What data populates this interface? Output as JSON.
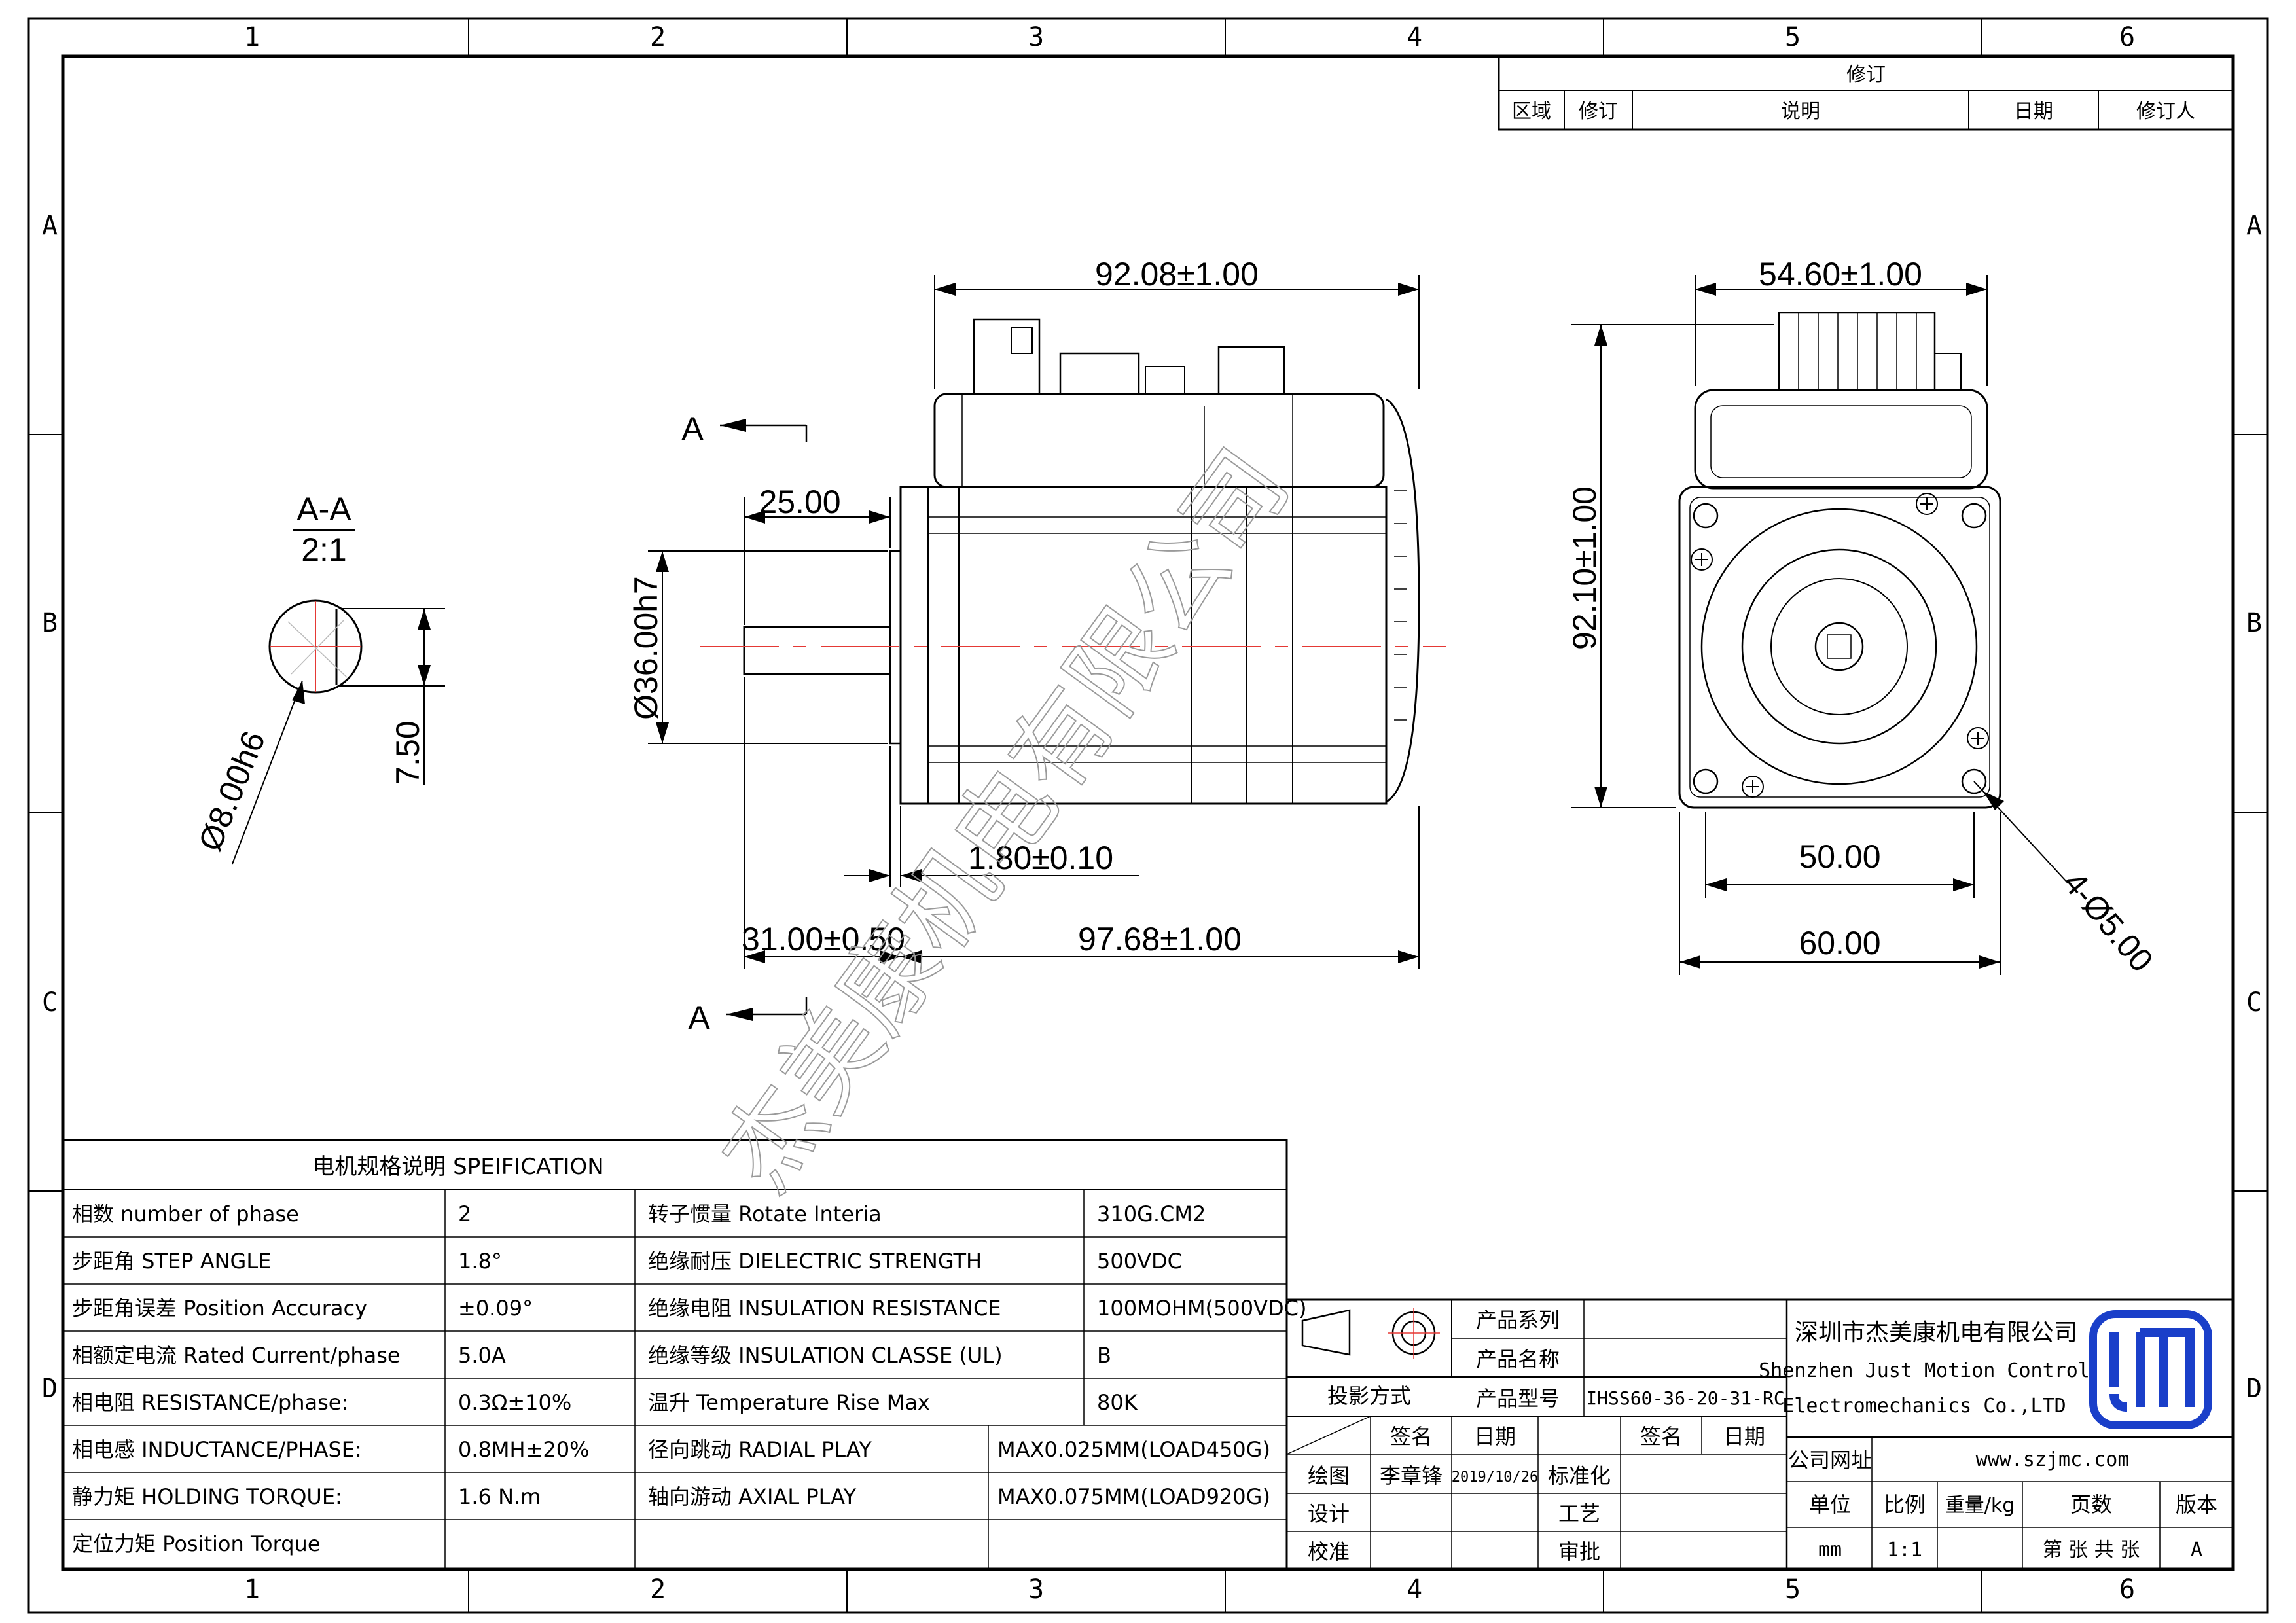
{
  "zones": {
    "columns": [
      "1",
      "2",
      "3",
      "4",
      "5",
      "6"
    ],
    "rows": [
      "A",
      "B",
      "C",
      "D"
    ]
  },
  "revision_block": {
    "title": "修订",
    "headers": [
      "区域",
      "修订",
      "说明",
      "日期",
      "修订人"
    ]
  },
  "section_view": {
    "label": "A-A",
    "scale": "2:1",
    "shaft_dia": "Ø8.00h6",
    "flat_depth": "7.50"
  },
  "side_view": {
    "section_mark": "A",
    "body_length": "92.08±1.00",
    "shaft_length": "25.00",
    "pilot_dia": "Ø36.00h7",
    "pilot_height": "1.80±0.10",
    "shaft_ext": "31.00±0.50",
    "total_length": "97.68±1.00"
  },
  "front_view": {
    "driver_width": "54.60±1.00",
    "total_height": "92.10±1.00",
    "hole_pitch": "50.00",
    "flange": "60.00",
    "holes": "4-Ø5.00"
  },
  "watermark": "杰美康机电有限公司",
  "spec": {
    "title": "电机规格说明 SPEIFICATION",
    "rows": [
      {
        "k1": "相数 number of phase",
        "v1": "2",
        "k2": "转子惯量 Rotate Interia",
        "v2": "310G.CM2"
      },
      {
        "k1": "步距角 STEP ANGLE",
        "v1": "1.8°",
        "k2": "绝缘耐压 DIELECTRIC STRENGTH",
        "v2": "500VDC"
      },
      {
        "k1": "步距角误差 Position Accuracy",
        "v1": "±0.09°",
        "k2": "绝缘电阻 INSULATION RESISTANCE",
        "v2": "100MOHM(500VDC)"
      },
      {
        "k1": "相额定电流 Rated Current/phase",
        "v1": "5.0A",
        "k2": "绝缘等级 INSULATION CLASSE (UL)",
        "v2": "B"
      },
      {
        "k1": "相电阻 RESISTANCE/phase:",
        "v1": "0.3Ω±10%",
        "k2": "温升 Temperature Rise Max",
        "v2": "80K"
      },
      {
        "k1": "相电感 INDUCTANCE/PHASE:",
        "v1": "0.8MH±20%",
        "k2": "径向跳动 RADIAL PLAY",
        "v2": "MAX0.025MM(LOAD450G)"
      },
      {
        "k1": "静力矩 HOLDING TORQUE:",
        "v1": "1.6 N.m",
        "k2": "轴向游动 AXIAL PLAY",
        "v2": "MAX0.075MM(LOAD920G)"
      },
      {
        "k1": "定位力矩 Position Torque",
        "v1": "",
        "k2": "",
        "v2": ""
      }
    ]
  },
  "title_block": {
    "projection": "投影方式",
    "series_label": "产品系列",
    "name_label": "产品名称",
    "model_label": "产品型号",
    "model": "IHSS60-36-20-31-RC",
    "sign_label": "签名",
    "date_label": "日期",
    "draw_label": "绘图",
    "drawer": "李章锋",
    "draw_date": "2019/10/26",
    "std_label": "标准化",
    "design_label": "设计",
    "process_label": "工艺",
    "check_label": "校准",
    "approve_label": "审批",
    "company_cn": "深圳市杰美康机电有限公司",
    "company_en1": "Shenzhen Just Motion Control",
    "company_en2": "Electromechanics Co.,LTD",
    "website_label": "公司网址",
    "website": "www.szjmc.com",
    "unit_label": "单位",
    "scale_label": "比例",
    "weight_label": "重量/kg",
    "pages_label": "页数",
    "version_label": "版本",
    "unit": "mm",
    "scale": "1:1",
    "pages": "第 张 共 张",
    "version": "A"
  }
}
